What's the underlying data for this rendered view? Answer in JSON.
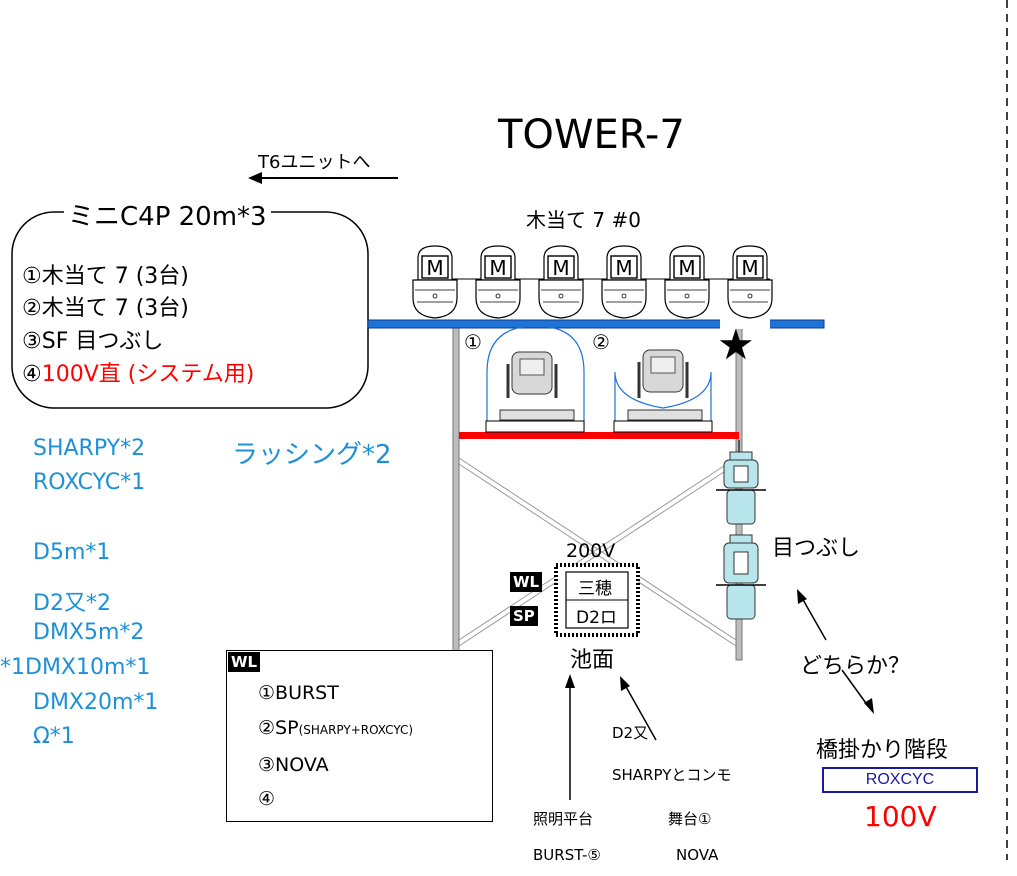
{
  "tower_title": "TOWER-7",
  "arrow_to_label": "T6ユニットへ",
  "cable_box": {
    "header": "ミニC4P 20m*3",
    "lines": [
      "①木当て 7 (3台)",
      "②木当て 7 (3台)",
      "③SF 目つぶし"
    ],
    "line4_prefix": "④",
    "line4_red": "100V直 (システム用)"
  },
  "fixture_row_label": "木当て 7 #0",
  "fixture_letter": "M",
  "sharpy_markers": [
    "①",
    "②"
  ],
  "star": "★",
  "inventory": {
    "items": [
      "SHARPY*2",
      "ROXCYC*1",
      "D5m*1",
      "D2又*2",
      "DMX5m*2",
      "DMX10m*1",
      "DMX20m*1",
      "Ω*1"
    ],
    "dmx10_prefix": "*1",
    "lashing": "ラッシング*2"
  },
  "blinder_label": "目つぶし",
  "power": {
    "voltage": "200V",
    "box_line1": "三穂",
    "box_line2": "D2ロ",
    "below": "池面",
    "tag_wl": "WL",
    "tag_sp": "SP"
  },
  "wl_box": {
    "tag": "WL",
    "lines": [
      "①BURST",
      "②SP",
      "③NOVA",
      "④"
    ],
    "sp_note": "(SHARPY+ROXCYC)"
  },
  "d2_note": {
    "line1": "D2又",
    "line2": "SHARPYとコンモ"
  },
  "stage_source": {
    "line1": "照明平台",
    "line2": "BURST-⑤"
  },
  "butai_source": {
    "line1": "舞台①",
    "line2": "NOVA"
  },
  "either_label": "どちらか？",
  "stairs": {
    "label": "橋掛かり階段",
    "box": "ROXCYC",
    "voltage": "100V"
  },
  "colors": {
    "blue_text": "#1e90d8",
    "truss_blue": "#1e73d8",
    "red": "#ff0000",
    "navy": "#1a1aa0"
  }
}
